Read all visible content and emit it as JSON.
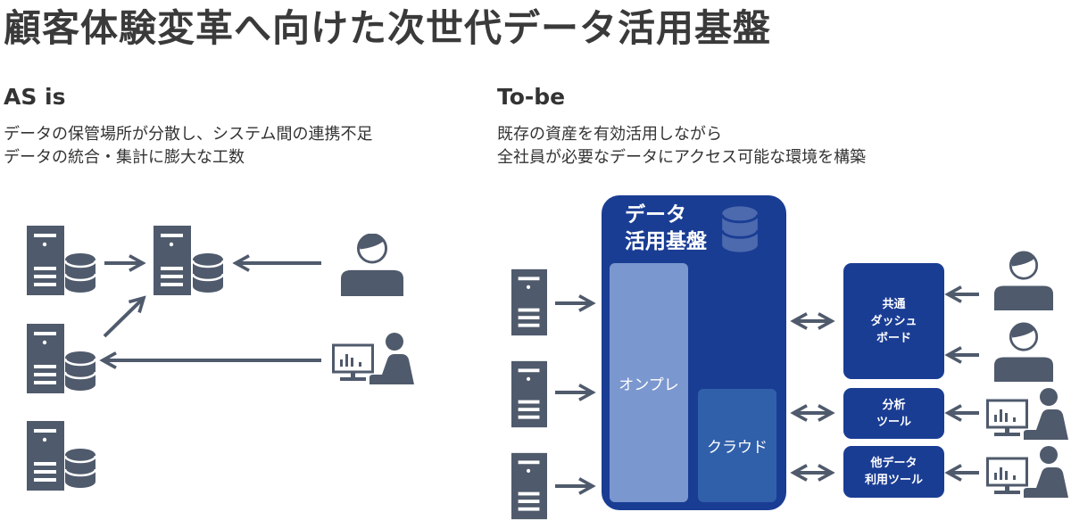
{
  "title": "顧客体験変革へ向けた次世代データ活用基盤",
  "as_is": {
    "heading": "AS is",
    "lines": [
      "データの保管場所が分散し、システム間の連携不足",
      "データの統合・集計に膨大な工数"
    ]
  },
  "to_be": {
    "heading": "To-be",
    "lines": [
      "既存の資産を有効活用しながら",
      "全社員が必要なデータにアクセス可能な環境を構築"
    ],
    "platform": {
      "title_line1": "データ",
      "title_line2": "活用基盤",
      "onpre": "オンプレ",
      "cloud": "クラウド"
    },
    "tools": [
      {
        "line1": "共通",
        "line2": "ダッシュ",
        "line3": "ボード"
      },
      {
        "line1": "分析",
        "line2": "ツール"
      },
      {
        "line1": "他データ",
        "line2": "利用ツール"
      }
    ]
  },
  "colors": {
    "icon": "#4f5a6c",
    "platform": "#1a3d94",
    "onpre": "#7b97cf",
    "cloud": "#3160ab"
  }
}
